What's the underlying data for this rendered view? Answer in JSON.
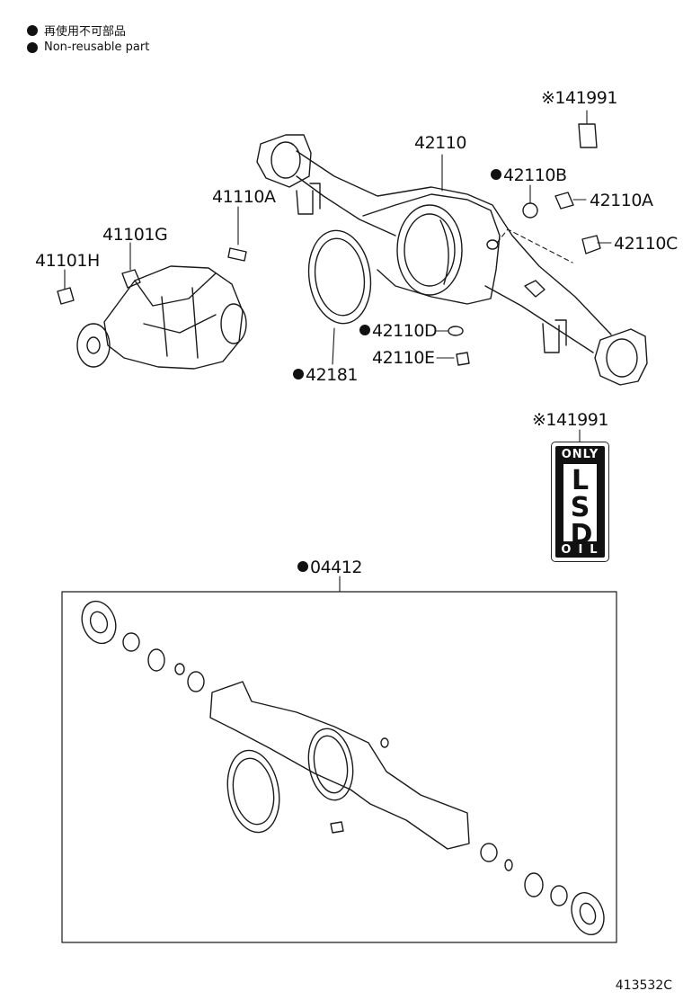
{
  "legend": [
    {
      "text": "再使用不可部品"
    },
    {
      "text": "Non-reusable part"
    }
  ],
  "labels": {
    "p41991_top": "※141991",
    "p42110": "42110",
    "p42110B": "42110B",
    "p42110A": "42110A",
    "p42110C": "42110C",
    "p41110A": "41110A",
    "p41101G": "41101G",
    "p41101H": "41101H",
    "p42110D": "42110D",
    "p42110E": "42110E",
    "p42181": "42181",
    "p41991_bottom": "※141991",
    "p04412": "04412"
  },
  "sticker": {
    "top": "ONLY",
    "middle": "LSD",
    "bottom": "OIL"
  },
  "reference": "413532C"
}
